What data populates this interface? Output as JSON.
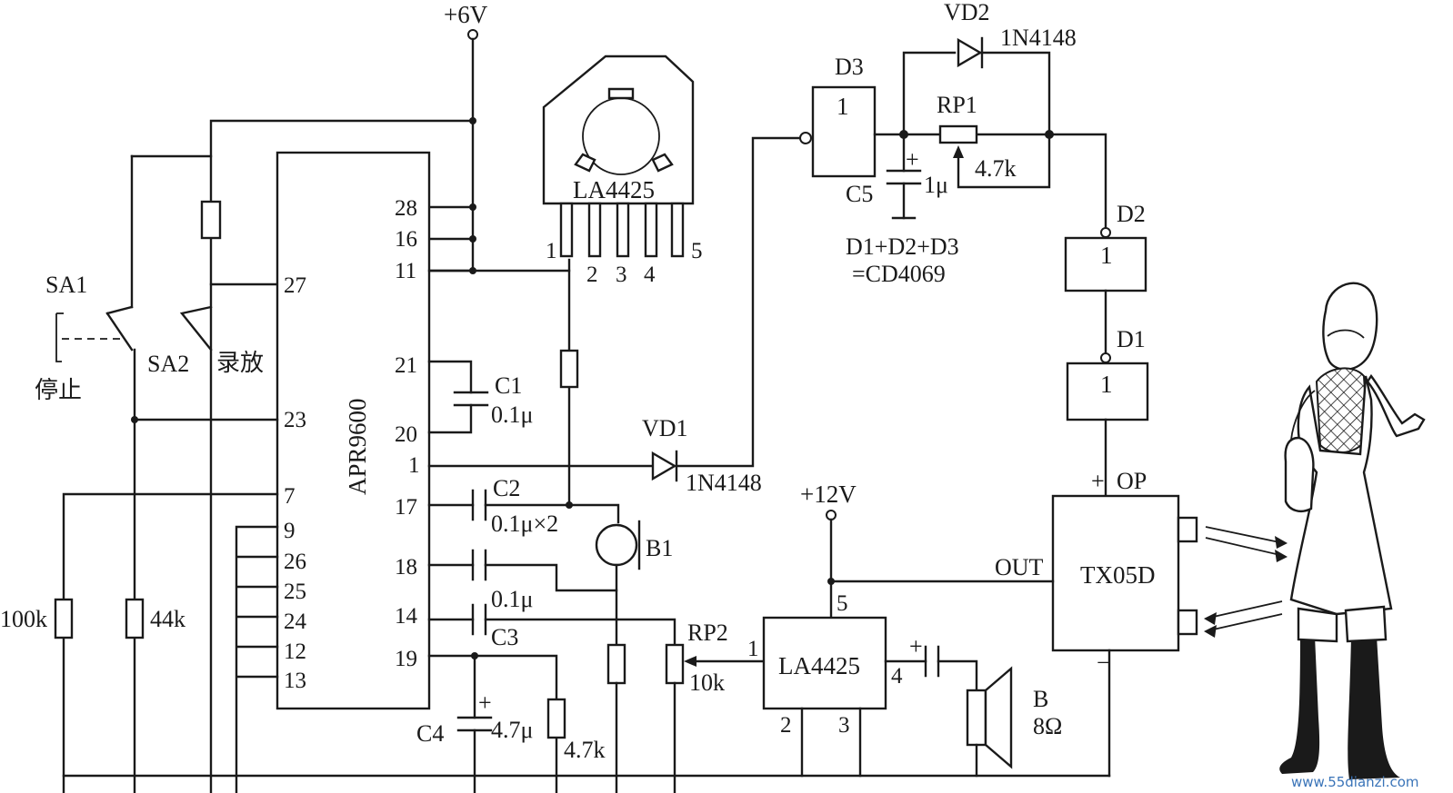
{
  "supplies": {
    "v6": "+6V",
    "v12": "+12V"
  },
  "apr": {
    "name": "APR9600",
    "pins_left": [
      "27",
      "23",
      "7",
      "9",
      "26",
      "25",
      "24",
      "12",
      "13"
    ],
    "pins_right": [
      "28",
      "16",
      "11",
      "21",
      "20",
      "1",
      "17",
      "18",
      "14",
      "19"
    ]
  },
  "la_top": {
    "name": "LA4425",
    "pins": [
      "1",
      "2",
      "3",
      "4",
      "5"
    ]
  },
  "la_bottom": {
    "name": "LA4425",
    "pin1": "1",
    "pin2": "2",
    "pin3": "3",
    "pin4": "4",
    "pin5": "5"
  },
  "switches": {
    "sa1": "SA1",
    "sa2": "SA2",
    "stop": "停止",
    "rec": "录放"
  },
  "resistors": {
    "r100k": "100k",
    "r44k": "44k",
    "r47k": "4.7k"
  },
  "caps": {
    "c1": "C1",
    "c1v": "0.1μ",
    "c2": "C2",
    "c2v": "0.1μ×2",
    "c3": "C3",
    "c3v": "0.1μ",
    "c4": "C4",
    "c4v": "4.7μ",
    "c5": "C5",
    "c5v": "1μ",
    "plus": "+"
  },
  "vd1": {
    "name": "VD1",
    "part": "1N4148"
  },
  "vd2": {
    "name": "VD2",
    "part": "1N4148"
  },
  "rp1": {
    "name": "RP1",
    "value": "4.7k"
  },
  "rp2": {
    "name": "RP2",
    "value": "10k"
  },
  "gates": {
    "d1": "D1",
    "d2": "D2",
    "d3": "D3",
    "inv": "1",
    "note1": "D1+D2+D3",
    "note2": "=CD4069"
  },
  "mic": {
    "name": "B1"
  },
  "speaker": {
    "name": "B",
    "value": "8Ω"
  },
  "tx": {
    "name": "TX05D",
    "out": "OUT",
    "op": "OP",
    "plus": "+",
    "minus": "−"
  },
  "watermark": "www.55dianzi.com",
  "colors": {
    "ink": "#1a1a1a",
    "watermark": "#3a74b8"
  }
}
